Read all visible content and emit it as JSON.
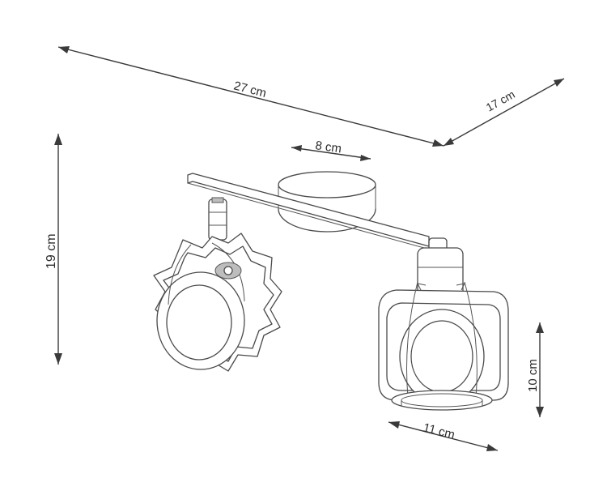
{
  "dimensions": {
    "width": "27 cm",
    "depth": "17 cm",
    "base": "8 cm",
    "height": "19 cm",
    "shade_height": "10 cm",
    "shade_width": "11 cm"
  },
  "colors": {
    "line": "#3a3a3a",
    "outline": "#4a4a4a",
    "background": "#ffffff"
  }
}
